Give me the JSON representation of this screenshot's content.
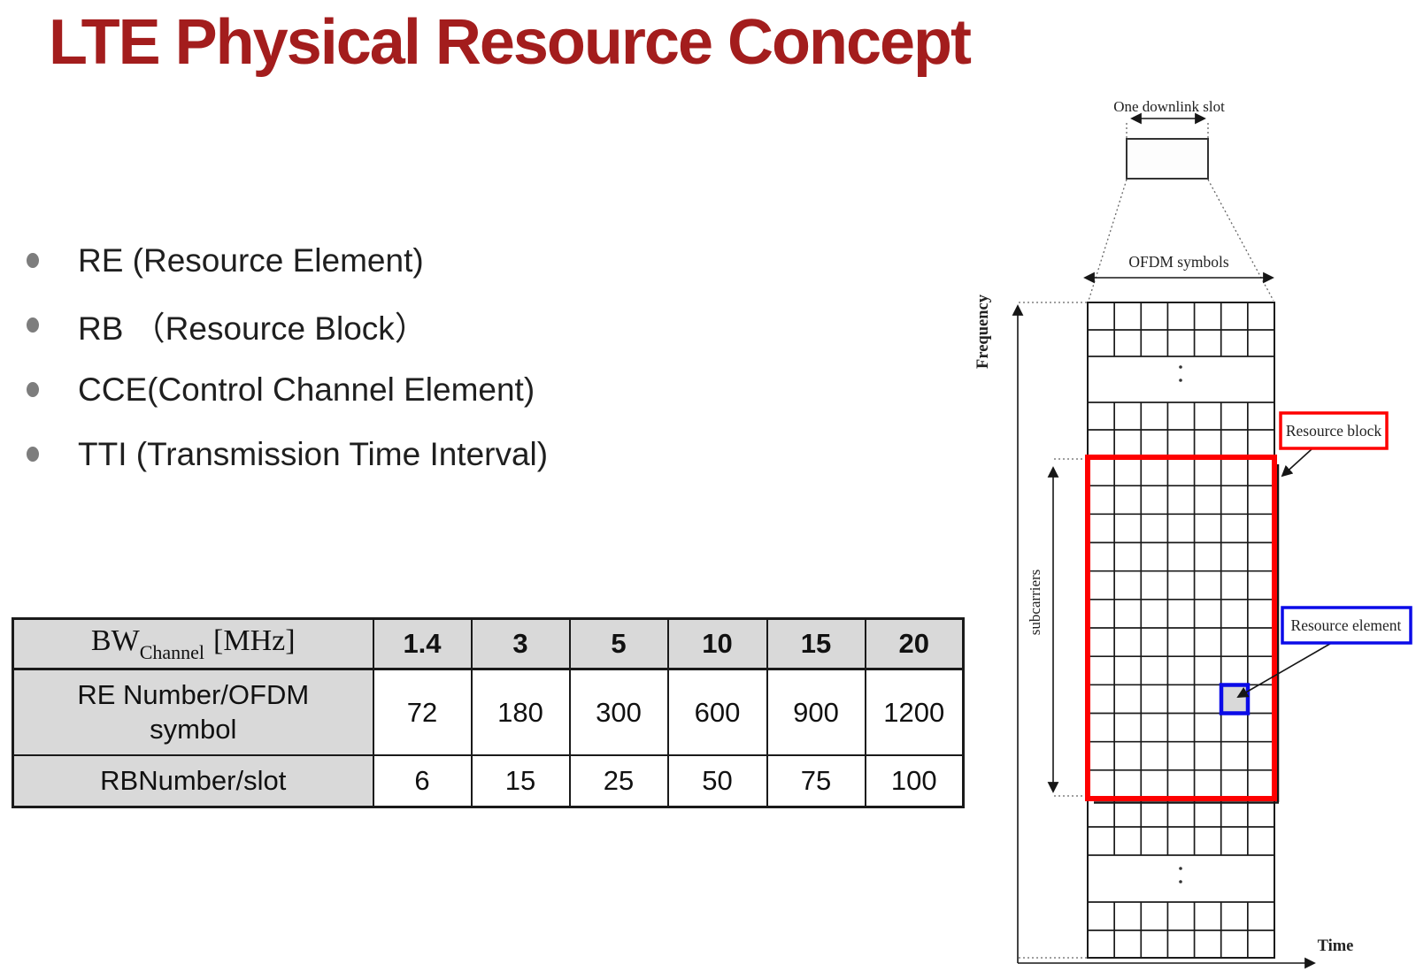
{
  "slide": {
    "title": "LTE Physical Resource Concept",
    "title_color": "#A31D1D",
    "bullets": [
      {
        "label": "RE (Resource Element)"
      },
      {
        "label": "RB （Resource Block）"
      },
      {
        "label": "CCE(Control Channel Element)"
      },
      {
        "label": "TTI (Transmission Time Interval)"
      }
    ]
  },
  "table": {
    "header_label": {
      "base": "BW",
      "subscript": "Channel",
      "unit": "[MHz]"
    },
    "header_bg": "#D9D9D9",
    "bandwidths": [
      "1.4",
      "3",
      "5",
      "10",
      "15",
      "20"
    ],
    "rows": [
      {
        "label": "RE Number/OFDM\nsymbol",
        "values": [
          "72",
          "180",
          "300",
          "600",
          "900",
          "1200"
        ]
      },
      {
        "label": "RBNumber/slot",
        "values": [
          "6",
          "15",
          "25",
          "50",
          "75",
          "100"
        ]
      }
    ]
  },
  "diagram": {
    "one_downlink_slot": "One downlink slot",
    "ofdm_symbols": "OFDM symbols",
    "frequency_axis": "Frequency",
    "time_axis": "Time",
    "subcarriers": "subcarriers",
    "resource_block_label": "Resource block",
    "resource_element_label": "Resource element",
    "grid": {
      "columns": 7,
      "resource_block_rows": 12
    },
    "colors": {
      "resource_block": "#FE0000",
      "resource_element": "#0B0BE8",
      "grid_line": "#1b1b1b"
    }
  }
}
